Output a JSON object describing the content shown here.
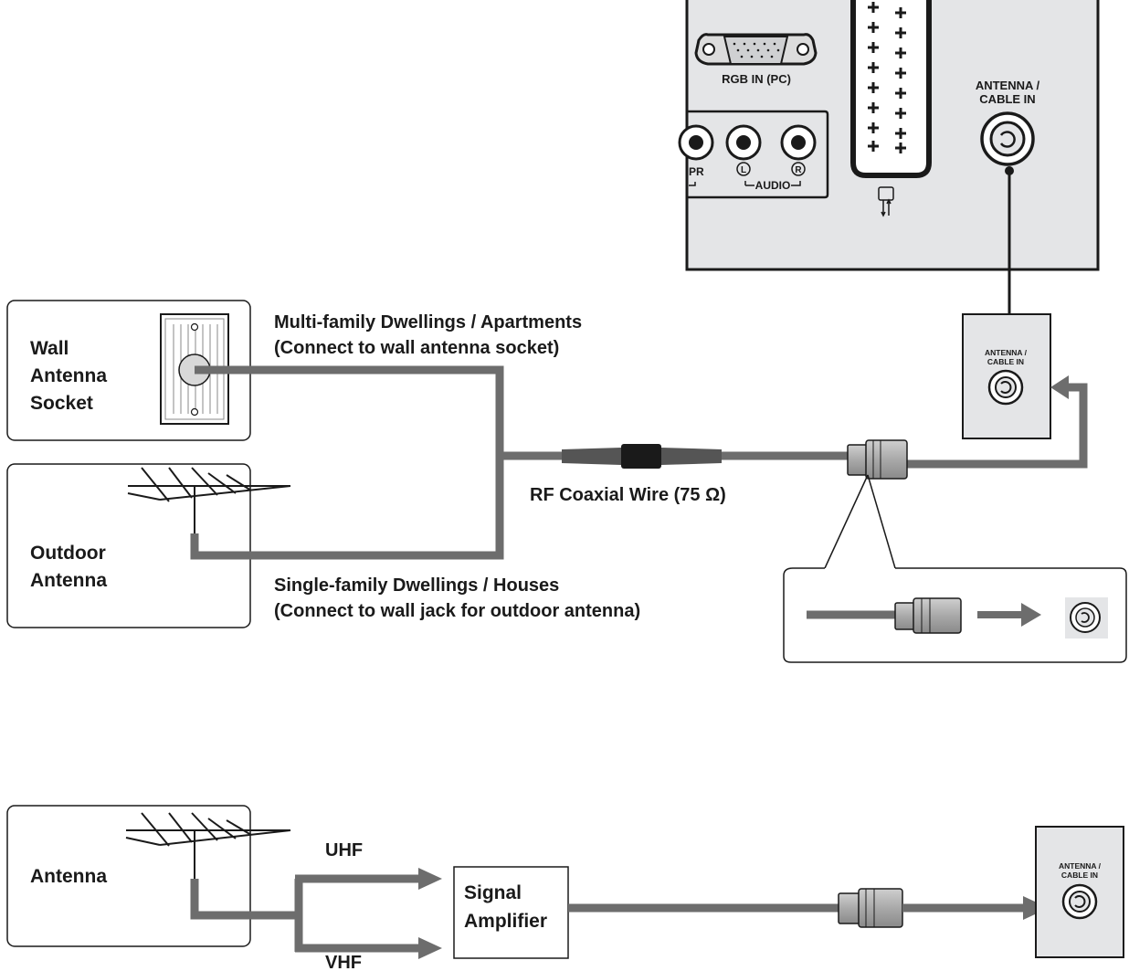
{
  "tv_panel": {
    "rgb_label": "RGB IN (PC)",
    "pr_label": "PR",
    "audio_label": "AUDIO",
    "audio_left": "L",
    "audio_right": "R",
    "antenna_label_line1": "ANTENNA /",
    "antenna_label_line2": "CABLE IN"
  },
  "wall_socket": {
    "label_lines": [
      "Wall",
      "Antenna",
      "Socket"
    ]
  },
  "outdoor_antenna": {
    "label_lines": [
      "Outdoor",
      "Antenna"
    ]
  },
  "captions": {
    "multi_family_line1": "Multi-family Dwellings / Apartments",
    "multi_family_line2": "(Connect to wall antenna socket)",
    "coax_label": "RF Coaxial Wire (75 Ω)",
    "single_family_line1": "Single-family Dwellings / Houses",
    "single_family_line2": "(Connect to wall jack for outdoor antenna)"
  },
  "wall_jack": {
    "label_line1": "ANTENNA /",
    "label_line2": "CABLE IN"
  },
  "bottom_diagram": {
    "antenna_label": "Antenna",
    "uhf_label": "UHF",
    "vhf_label": "VHF",
    "amplifier_line1": "Signal",
    "amplifier_line2": "Amplifier",
    "jack_label_line1": "ANTENNA /",
    "jack_label_line2": "CABLE IN"
  },
  "colors": {
    "wire": "#6d6d6d",
    "panel_fill": "#e4e5e7",
    "outline": "#1a1a1a"
  }
}
